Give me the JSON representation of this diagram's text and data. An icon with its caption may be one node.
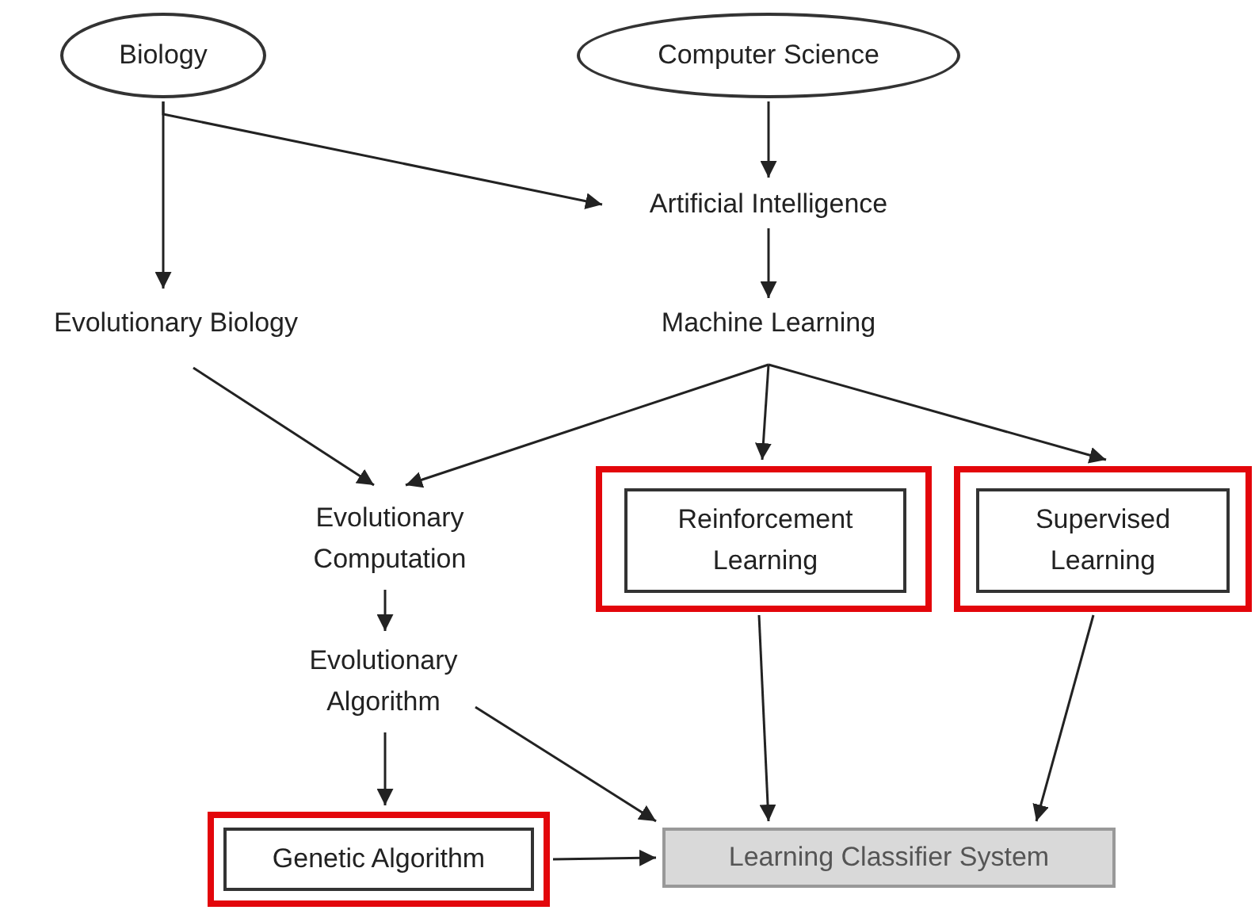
{
  "diagram": {
    "nodes": [
      {
        "text": [
          "Biology"
        ]
      },
      {
        "text": [
          "Computer Science"
        ]
      },
      {
        "text": [
          "Artificial Intelligence"
        ]
      },
      {
        "text": [
          "Evolutionary Biology"
        ]
      },
      {
        "text": [
          "Machine Learning"
        ]
      },
      {
        "text": [
          "Evolutionary Computation"
        ]
      },
      {
        "text": [],
        "shape": "box"
      },
      {
        "text": [
          "Reinforcement Learning"
        ],
        "in": 6
      },
      {
        "text": [],
        "shape": "box"
      },
      {
        "text": [
          "Supervised Learning"
        ],
        "in": 8
      },
      {
        "text": [
          "Evolutionary Algorithm"
        ]
      },
      {
        "text": [],
        "shape": "box"
      },
      {
        "text": [
          "Genetic Algorithm"
        ],
        "in": 11
      },
      {
        "text": [
          "Learning Classifier System"
        ]
      }
    ],
    "edges": [
      {
        "from": 0,
        "to": 3,
        "arrow": "to"
      },
      {
        "from": 0,
        "to": 2,
        "arrow": "to"
      },
      {
        "from": 1,
        "to": 2,
        "arrow": "to"
      },
      {
        "from": 2,
        "to": 4,
        "arrow": "to"
      },
      {
        "from": 3,
        "to": 5,
        "arrow": "to"
      },
      {
        "from": 4,
        "to": 5,
        "arrow": "to"
      },
      {
        "from": 4,
        "to": 6,
        "arrow": "to"
      },
      {
        "from": 4,
        "to": 8,
        "arrow": "to"
      },
      {
        "from": 5,
        "to": 10,
        "arrow": "to"
      },
      {
        "from": 10,
        "to": 11,
        "arrow": "to"
      },
      {
        "from": 10,
        "to": 13,
        "arrow": "to"
      },
      {
        "from": 6,
        "to": 13,
        "arrow": "to"
      },
      {
        "from": 8,
        "to": 13,
        "arrow": "to"
      },
      {
        "from": 11,
        "to": 13,
        "arrow": "to"
      }
    ]
  }
}
